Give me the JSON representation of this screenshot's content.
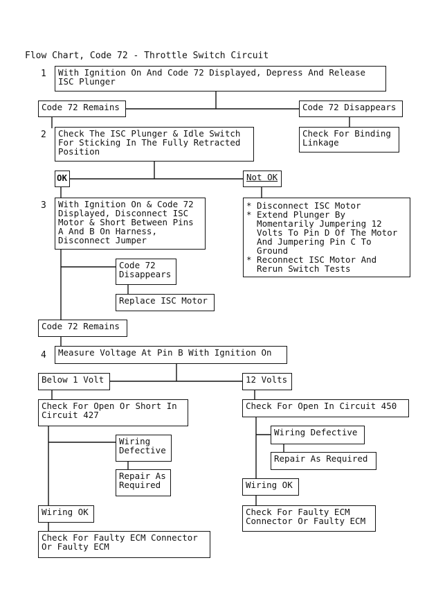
{
  "title": "Flow Chart, Code 72 - Throttle Switch Circuit",
  "steps": {
    "s1": "1",
    "s2": "2",
    "s3": "3",
    "s4": "4"
  },
  "boxes": {
    "step1": "With Ignition On And Code 72 Displayed, Depress And Release\nISC Plunger",
    "code72_remains_1": "Code 72 Remains",
    "code72_disappears_1": "Code 72 Disappears",
    "step2": "Check The ISC Plunger & Idle Switch\nFor Sticking In The Fully Retracted\nPosition",
    "binding_linkage": "Check For Binding\nLinkage",
    "ok": "OK",
    "not_ok": "Not OK",
    "step3": "With Ignition On & Code 72\nDisplayed, Disconnect ISC\nMotor & Short Between Pins\nA And B On Harness,\nDisconnect Jumper",
    "not_ok_actions": "* Disconnect ISC Motor\n* Extend Plunger By\n  Momentarily Jumpering 12\n  Volts To Pin D Of The Motor\n  And Jumpering Pin C To\n  Ground\n* Reconnect ISC Motor And\n  Rerun Switch Tests",
    "code72_disappears_2": "Code 72\nDisappears",
    "replace_isc_motor": "Replace ISC Motor",
    "code72_remains_2": "Code 72 Remains",
    "step4": "Measure Voltage At Pin B With Ignition On",
    "below_1_volt": "Below 1 Volt",
    "twelve_volts": "12 Volts",
    "open_short_427": "Check For Open Or Short In\nCircuit 427",
    "open_450": "Check For Open In Circuit 450",
    "wiring_defective_left": "Wiring\nDefective",
    "repair_left": "Repair As\nRequired",
    "wiring_defective_right": "Wiring Defective",
    "repair_right": "Repair As Required",
    "wiring_ok_right": "Wiring OK",
    "faulty_ecm_right": "Check For Faulty ECM\nConnector Or Faulty ECM",
    "wiring_ok_left": "Wiring OK",
    "faulty_ecm_left": "Check For Faulty ECM Connector\nOr Faulty ECM"
  }
}
